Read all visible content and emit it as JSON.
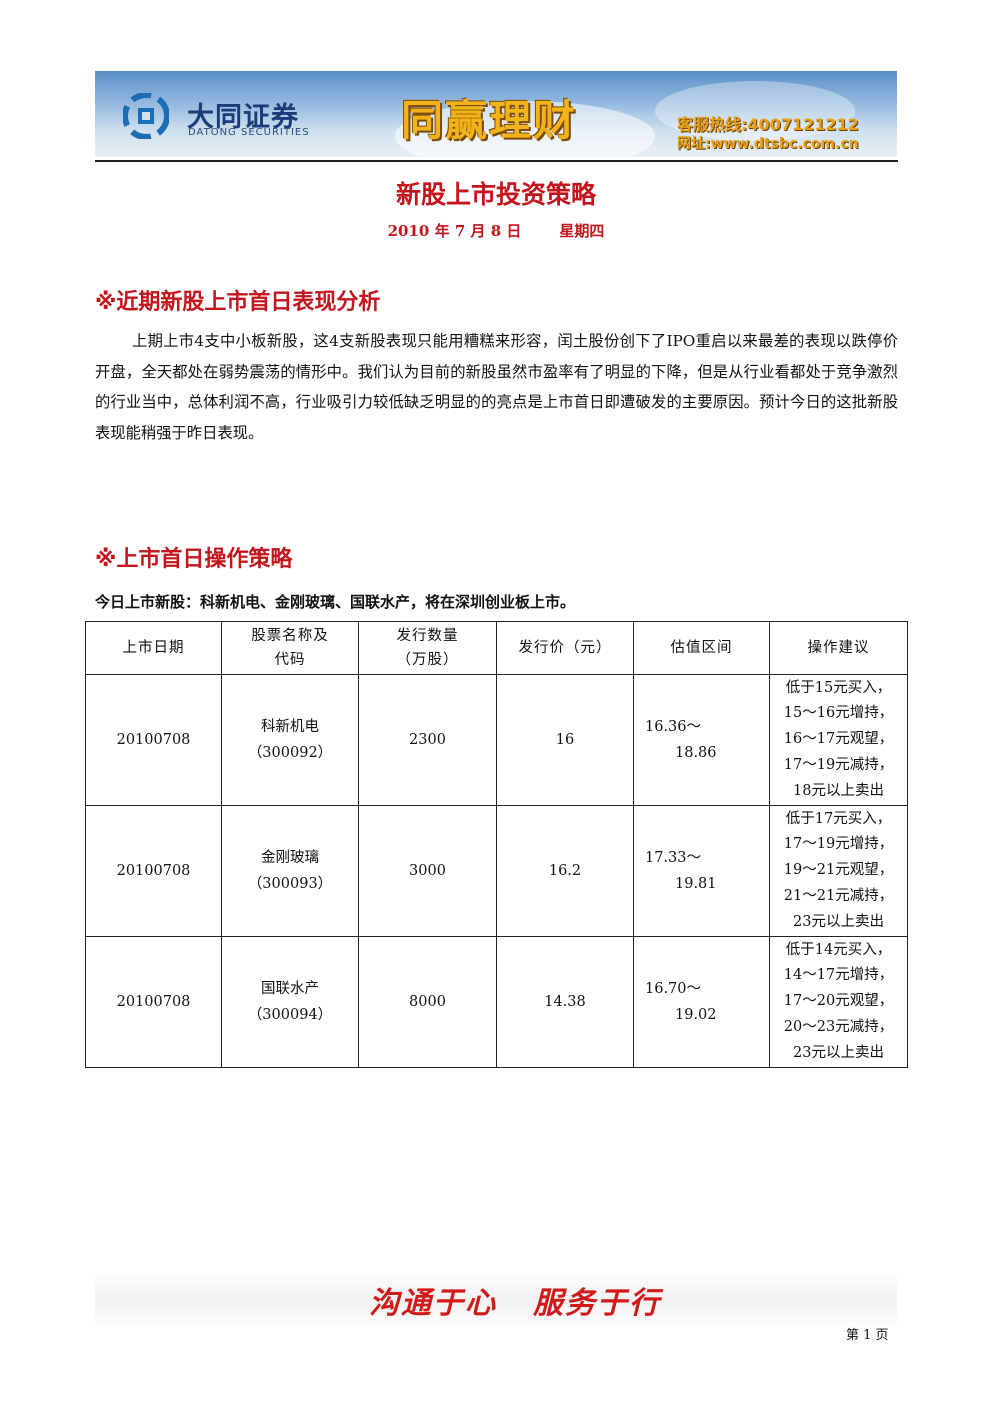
{
  "header": {
    "company_cn": "大同证券",
    "company_en": "DATONG SECURITIES",
    "slogan": "同赢理财",
    "hotline": "客服热线:4007121212",
    "website": "网址:www.dtsbc.com.cn"
  },
  "title": "新股上市投资策略",
  "date": {
    "date": "2010 年 7 月 8 日",
    "weekday": "星期四"
  },
  "section1": {
    "heading": "※近期新股上市首日表现分析",
    "body": "上期上市4支中小板新股，这4支新股表现只能用糟糕来形容，闰土股份创下了IPO重启以来最差的表现以跌停价开盘，全天都处在弱势震荡的情形中。我们认为目前的新股虽然市盈率有了明显的下降，但是从行业看都处于竞争激烈的行业当中，总体利润不高，行业吸引力较低缺乏明显的的亮点是上市首日即遭破发的主要原因。预计今日的这批新股表现能稍强于昨日表现。"
  },
  "section2": {
    "heading": "※上市首日操作策略",
    "intro": "今日上市新股：科新机电、金刚玻璃、国联水产，将在深圳创业板上市。"
  },
  "table": {
    "headers": [
      [
        "上市日期"
      ],
      [
        "股票名称及",
        "代码"
      ],
      [
        "发行数量",
        "（万股）"
      ],
      [
        "发行价（元）"
      ],
      [
        "估值区间"
      ],
      [
        "操作建议"
      ]
    ],
    "rows": [
      {
        "date": "20100708",
        "name": "科新机电",
        "code": "（300092）",
        "shares": "2300",
        "price": "16",
        "range_low": "16.36～",
        "range_high": "18.86",
        "advice": [
          "低于15元买入，",
          "15～16元增持，",
          "16～17元观望，",
          "17～19元减持，",
          "18元以上卖出"
        ]
      },
      {
        "date": "20100708",
        "name": "金刚玻璃",
        "code": "（300093）",
        "shares": "3000",
        "price": "16.2",
        "range_low": "17.33～",
        "range_high": "19.81",
        "advice": [
          "低于17元买入，",
          "17～19元增持，",
          "19～21元观望，",
          "21～21元减持，",
          "23元以上卖出"
        ]
      },
      {
        "date": "20100708",
        "name": "国联水产",
        "code": "（300094）",
        "shares": "8000",
        "price": "14.38",
        "range_low": "16.70～",
        "range_high": "19.02",
        "advice": [
          "低于14元买入，",
          "14～17元增持，",
          "17～20元观望，",
          "20～23元减持，",
          "23元以上卖出"
        ]
      }
    ]
  },
  "footer": {
    "slogan_left": "沟通于心",
    "slogan_right": "服务于行",
    "page": "第 1 页"
  },
  "colors": {
    "accent_red": "#c4141c",
    "brand_blue": "#1a3c78",
    "slogan_gold": "#f2b21a"
  }
}
